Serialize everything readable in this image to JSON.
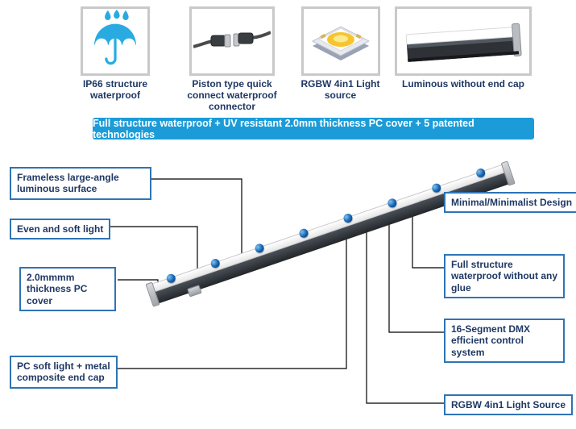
{
  "features": [
    {
      "icon": "umbrella-rain-icon",
      "label": "IP66 structure waterproof"
    },
    {
      "icon": "waterproof-connector-icon",
      "label": "Piston type quick connect waterproof connector"
    },
    {
      "icon": "led-chip-icon",
      "label": "RGBW 4in1 Light source"
    },
    {
      "icon": "luminous-bar-icon",
      "label": "Luminous without end cap"
    }
  ],
  "banner": {
    "text": "Full structure waterproof + UV resistant 2.0mm thickness PC cover + 5 patented technologies"
  },
  "callouts": {
    "left": [
      {
        "label": "Frameless large-angle luminous surface"
      },
      {
        "label": "Even and soft light"
      },
      {
        "label": "2.0mmmm thickness PC cover"
      },
      {
        "label": "PC soft light + metal composite end cap"
      }
    ],
    "right": [
      {
        "label": "Minimal/Minimalist Design"
      },
      {
        "label": "Full structure waterproof without any glue"
      },
      {
        "label": "16-Segment DMX efficient control system"
      },
      {
        "label": "RGBW 4in1 Light Source"
      }
    ]
  },
  "colors": {
    "banner_bg": "#1b9cd8",
    "callout_border": "#2e74b5",
    "text_navy": "#1f3864",
    "led_blue": "#1261b0",
    "icon_blue": "#29abe2"
  }
}
